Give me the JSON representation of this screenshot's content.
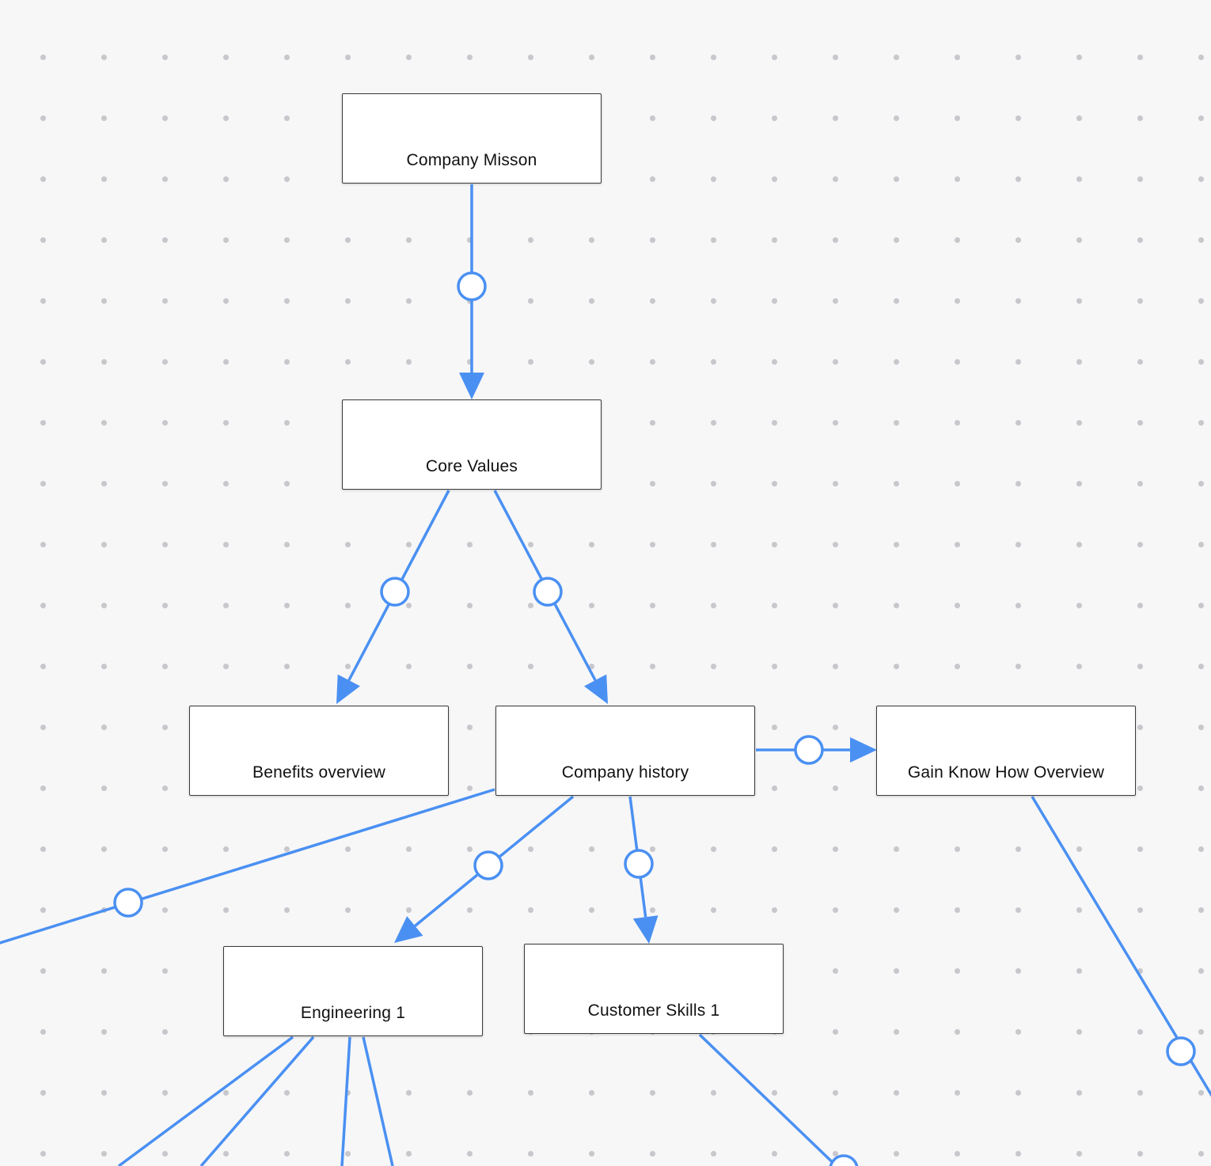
{
  "colors": {
    "edge": "#4a90f2",
    "background": "#f7f7f8",
    "node_border": "#3a3a3c"
  },
  "nodes": {
    "company_mission": "Company Misson",
    "core_values": "Core Values",
    "benefits_overview": "Benefits overview",
    "company_history": "Company history",
    "gain_know_how_overview": "Gain Know How Overview",
    "engineering_1": "Engineering 1",
    "customer_skills_1": "Customer Skills 1"
  },
  "edges": [
    {
      "from": "company_mission",
      "to": "core_values",
      "arrow": true
    },
    {
      "from": "core_values",
      "to": "benefits_overview",
      "arrow": true
    },
    {
      "from": "core_values",
      "to": "company_history",
      "arrow": true
    },
    {
      "from": "company_history",
      "to": "gain_know_how_overview",
      "arrow": true
    },
    {
      "from": "company_history",
      "to": "engineering_1",
      "arrow": true
    },
    {
      "from": "company_history",
      "to": "customer_skills_1",
      "arrow": true
    },
    {
      "from": "company_history",
      "to": "offscreen-left",
      "arrow": false
    },
    {
      "from": "gain_know_how_overview",
      "to": "offscreen-bottom-right",
      "arrow": false
    },
    {
      "from": "engineering_1",
      "to": "offscreen-bottom",
      "arrow": false
    },
    {
      "from": "engineering_1",
      "to": "offscreen-bottom",
      "arrow": false
    },
    {
      "from": "engineering_1",
      "to": "offscreen-bottom",
      "arrow": false
    },
    {
      "from": "engineering_1",
      "to": "offscreen-bottom",
      "arrow": false
    },
    {
      "from": "customer_skills_1",
      "to": "offscreen-bottom-right",
      "arrow": false
    }
  ]
}
